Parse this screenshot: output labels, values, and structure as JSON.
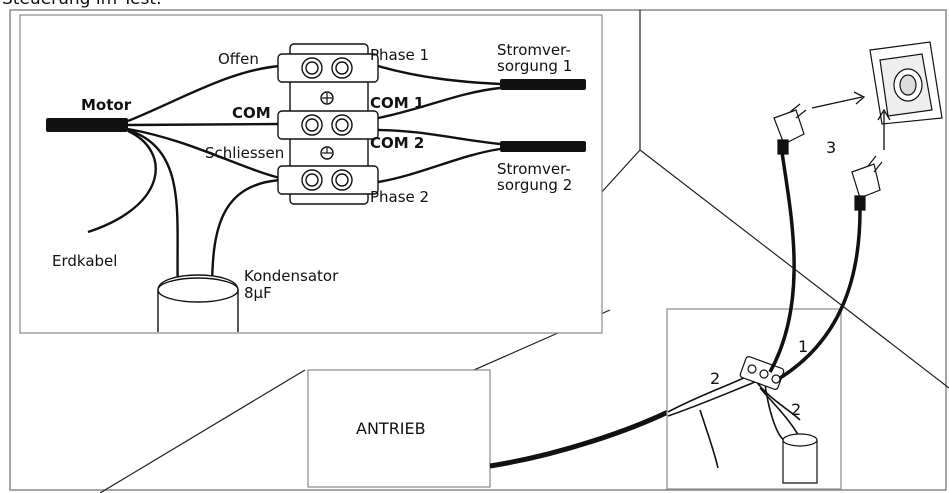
{
  "header": {
    "caption": "Steuerung im Test:"
  },
  "inset": {
    "motor": "Motor",
    "offen": "Offen",
    "com_left": "COM",
    "schliessen": "Schliessen",
    "phase1": "Phase 1",
    "com1": "COM 1",
    "com2": "COM 2",
    "phase2": "Phase 2",
    "supply1_line1": "Stromver-",
    "supply1_line2": "sorgung 1",
    "supply2_line1": "Stromver-",
    "supply2_line2": "sorgung 2",
    "earth": "Erdkabel",
    "capacitor_line1": "Kondensator",
    "capacitor_line2": "8µF"
  },
  "scene": {
    "drive_label": "ANTRIEB",
    "num_1": "1",
    "num_2a": "2",
    "num_2b": "2",
    "num_3": "3"
  }
}
